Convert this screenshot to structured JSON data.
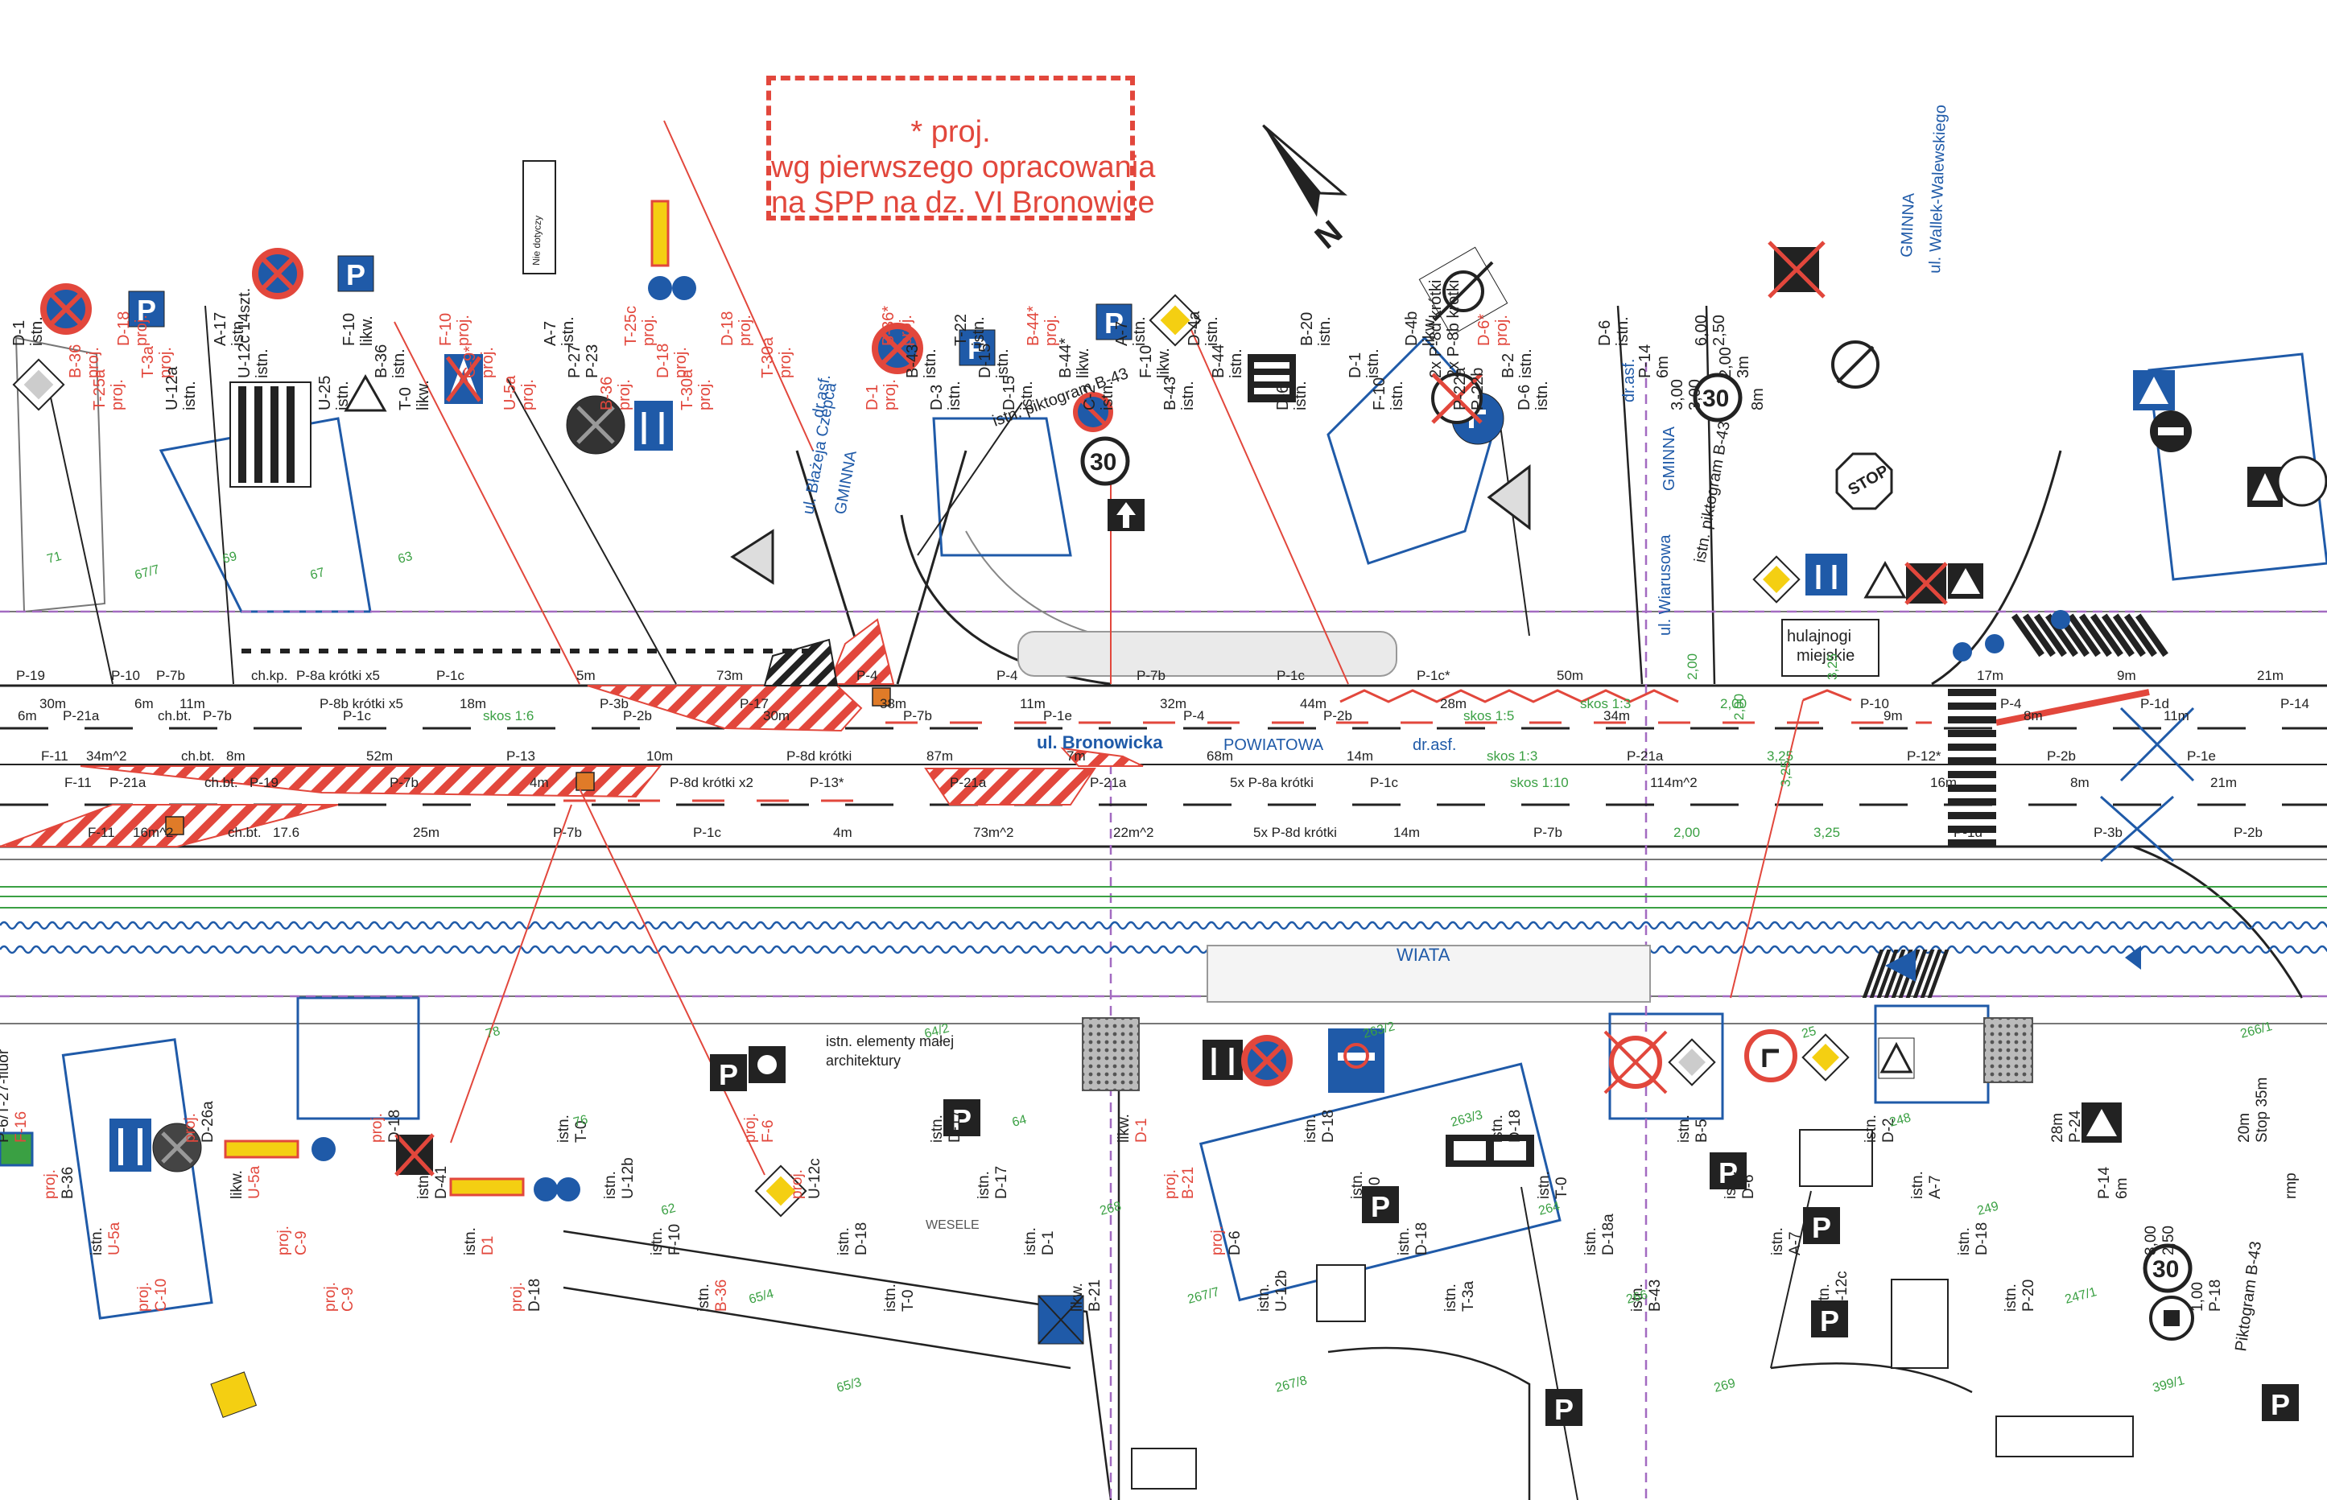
{
  "colors": {
    "red": "#e2473c",
    "blue": "#1f5aa8",
    "green": "#3aa043",
    "purple": "#a36bc1",
    "black": "#222222",
    "gray": "#8c8c8c",
    "orange": "#e07b28",
    "yellow": "#f4cf12"
  },
  "legend": {
    "line1": "* proj.",
    "line2": "wg pierwszego opracowania",
    "line3": "na SPP na dz. VI Bronowice"
  },
  "streets": {
    "main": "ul. Bronowicka",
    "main_class": "POWIATOWA",
    "main_surface": "dr.asf.",
    "czepca": "ul. Błażeja Czepca",
    "czepca_class": "GMINNA",
    "czepca_surface": "dr.asf.",
    "wiarusowa": "ul. Wiarusowa",
    "wiarusowa_class": "GMINNA",
    "wiarusowa_surface": "dr.asf.",
    "wallek": "ul. Wallek-Walewskiego",
    "wallek_class": "GMINNA",
    "wiata": "WIATA",
    "wesele": "WESELE"
  },
  "notes": {
    "pictogram_b43": "istn. piktogram B-43",
    "pictogram_b43b": "istn. piktogram B-43",
    "pictogram_b43c": "Piktogram B-43",
    "small_arch_1": "istn. elementy małej",
    "small_arch_2": "architektury",
    "hulajnogi_1": "hulajnogi",
    "hulajnogi_2": "miejskie",
    "nie_dotyczy": "Nie dotyczy"
  },
  "top_labels": [
    "D-1",
    "istn.",
    "B-36",
    "proj.",
    "T-25a",
    "proj.",
    "D-18",
    "proj.",
    "T-3a",
    "proj.",
    "U-12a",
    "istn.",
    "A-17",
    "istn.",
    "U-12c 14szt.",
    "istn.",
    "U-25",
    "istn.",
    "F-10",
    "likw.",
    "B-36",
    "istn.",
    "T-0",
    "likw.",
    "F-10",
    "proj.",
    "C-9*",
    "proj.",
    "U-5a",
    "proj.",
    "A-7",
    "istn.",
    "P-27",
    "P-23",
    "B-36",
    "proj.",
    "T-25c",
    "proj.",
    "D-18",
    "proj.",
    "T-30a",
    "proj.",
    "D-18",
    "proj.",
    "T-30a",
    "proj.",
    "D-1",
    "proj.",
    "B-36*",
    "proj.",
    "B-43",
    "istn.",
    "D-3",
    "istn.",
    "T-22",
    "istn.",
    "D-15",
    "istn.",
    "D-15",
    "istn.",
    "B-44*",
    "proj.",
    "B-44*",
    "likw.",
    "C-2",
    "istn.",
    "A-7",
    "istn.",
    "F-10",
    "likw.",
    "B-43",
    "istn.",
    "D-4a",
    "istn.",
    "B-44",
    "istn.",
    "D-6",
    "istn.",
    "B-20",
    "istn.",
    "D-1",
    "istn.",
    "F-10",
    "istn.",
    "D-4b",
    "likw.",
    "2x P-8d krótki",
    "2x P-8b krótki",
    "P-22a",
    "P-22b",
    "D-6*",
    "proj.",
    "B-2",
    "istn.",
    "D-6",
    "istn.",
    "D-6",
    "istn.",
    "P-14",
    "6m",
    "3,00",
    "3,00",
    "6,00",
    "2,50",
    "2,00",
    "3m",
    "8m"
  ],
  "road_labels": [
    "P-19",
    "30m",
    "P-21a",
    "34m^2",
    "P-21a",
    "16m^2",
    "P-7b",
    "11m",
    "P-7b",
    "8m",
    "P-19",
    "17.6",
    "P-8a krótki x5",
    "P-8b krótki x5",
    "P-1c",
    "52m",
    "P-7b",
    "25m",
    "P-1c",
    "18m",
    "skos 1:6",
    "P-13",
    "4m",
    "P-7b",
    "5m",
    "P-3b",
    "P-2b",
    "10m",
    "P-8d krótki x2",
    "P-1c",
    "73m",
    "P-17",
    "30m",
    "P-8d krótki",
    "P-13*",
    "4m",
    "P-4",
    "38m",
    "P-7b",
    "87m",
    "P-21a",
    "73m^2",
    "P-4",
    "11m",
    "P-1e",
    "7m",
    "P-21a",
    "22m^2",
    "P-7b",
    "32m",
    "P-4",
    "68m",
    "5x P-8a krótki",
    "5x P-8d krótki",
    "P-1c",
    "44m",
    "P-2b",
    "14m",
    "P-1c",
    "14m",
    "P-1c*",
    "28m",
    "skos 1:5",
    "skos 1:3",
    "skos 1:10",
    "P-7b",
    "50m",
    "skos 1:3",
    "34m",
    "P-21a",
    "114m^2",
    "2,00",
    "2,00",
    "2,00",
    "2,00",
    "3,25",
    "3,25",
    "3,25",
    "3,25",
    "P-10",
    "9m",
    "P-12*",
    "16m",
    "P-1d",
    "17m",
    "P-4",
    "8m",
    "P-2b",
    "8m",
    "P-3b",
    "9m",
    "P-1d",
    "11m",
    "P-1e",
    "21m",
    "P-2b",
    "21m",
    "P-14",
    "6m",
    "F-11",
    "F-11",
    "F-11",
    "P-10",
    "6m",
    "ch.bt.",
    "ch.bt.",
    "ch.bt.",
    "ch.bt.",
    "ch.kp."
  ],
  "bottom_labels": [
    "P-6/T-27-fluor",
    "F-16",
    "proj.",
    "B-36",
    "istn.",
    "U-5a",
    "proj.",
    "C-10",
    "proj.",
    "D-26a",
    "likw.",
    "U-5a",
    "proj.",
    "C-9",
    "proj.",
    "C-9",
    "proj.",
    "D-18",
    "istn.",
    "D-41",
    "istn.",
    "D1",
    "proj.",
    "D-18",
    "istn.",
    "T-0",
    "istn.",
    "U-12b",
    "istn.",
    "F-10",
    "istn.",
    "B-36",
    "proj.",
    "F-6",
    "proj.",
    "U-12c",
    "istn.",
    "D-18",
    "istn.",
    "T-0",
    "istn.",
    "D-17",
    "istn.",
    "D-17",
    "istn.",
    "D-1",
    "likw.",
    "B-21",
    "likw.",
    "D-1",
    "proj.",
    "B-21",
    "proj.",
    "D-6",
    "istn.",
    "U-12b",
    "istn.",
    "D-18",
    "istn.",
    "T-0",
    "istn.",
    "D-18",
    "istn.",
    "T-3a",
    "istn.",
    "D-18",
    "istn.",
    "T-0",
    "istn.",
    "D-18a",
    "istn.",
    "B-43",
    "istn.",
    "B-5",
    "istn.",
    "D-6",
    "istn.",
    "A-7",
    "istn.",
    "U-12c",
    "istn.",
    "D-2",
    "istn.",
    "A-7",
    "istn.",
    "D-18",
    "istn.",
    "P-20",
    "28m",
    "P-24",
    "P-14",
    "6m",
    "3,00",
    "2,50",
    "1,00",
    "P-18",
    "20m",
    "Stop 35m",
    "rmp"
  ],
  "parcels": [
    "71",
    "67/7",
    "69",
    "67",
    "63",
    "78",
    "76",
    "62",
    "65/4",
    "65/3",
    "64/2",
    "64",
    "268",
    "267/7",
    "267/8",
    "263/2",
    "263/3",
    "264",
    "266",
    "269",
    "25",
    "248",
    "249",
    "247/1",
    "399/1",
    "266/1"
  ]
}
